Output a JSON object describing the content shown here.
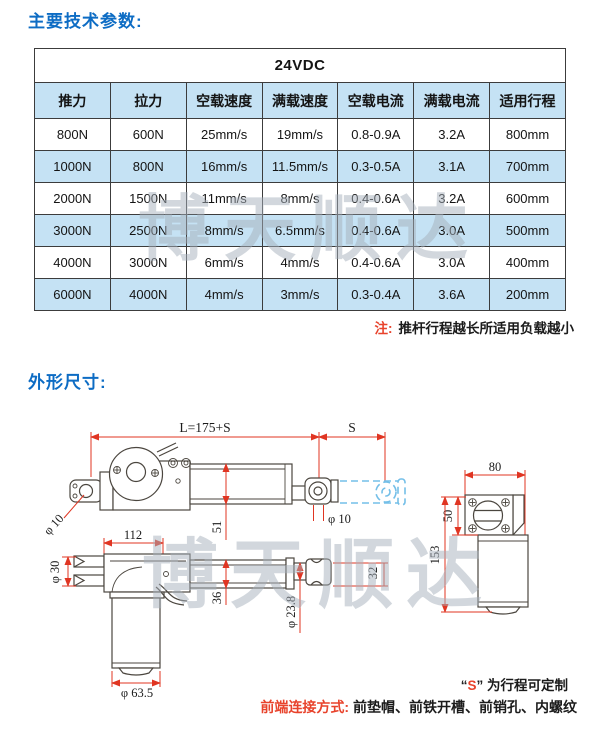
{
  "sections": {
    "specs_title": "主要技术参数:",
    "dims_title": "外形尺寸:"
  },
  "table": {
    "voltage": "24VDC",
    "headers": [
      "推力",
      "拉力",
      "空载速度",
      "满载速度",
      "空载电流",
      "满载电流",
      "适用行程"
    ],
    "rows": [
      [
        "800N",
        "600N",
        "25mm/s",
        "19mm/s",
        "0.8-0.9A",
        "3.2A",
        "800mm"
      ],
      [
        "1000N",
        "800N",
        "16mm/s",
        "11.5mm/s",
        "0.3-0.5A",
        "3.1A",
        "700mm"
      ],
      [
        "2000N",
        "1500N",
        "11mm/s",
        "8mm/s",
        "0.4-0.6A",
        "3.2A",
        "600mm"
      ],
      [
        "3000N",
        "2500N",
        "8mm/s",
        "6.5mm/s",
        "0.4-0.6A",
        "3.0A",
        "500mm"
      ],
      [
        "4000N",
        "3000N",
        "6mm/s",
        "4mm/s",
        "0.4-0.6A",
        "3.0A",
        "400mm"
      ],
      [
        "6000N",
        "4000N",
        "4mm/s",
        "3mm/s",
        "0.3-0.4A",
        "3.6A",
        "200mm"
      ]
    ]
  },
  "note": {
    "prefix": "注:",
    "text": "推杆行程越长所适用负载越小"
  },
  "watermark": {
    "text": "博天顺达"
  },
  "drawing": {
    "dims": {
      "length_formula": "L=175+S",
      "stroke_symbol": "S",
      "rear_pin_dia": "φ 10",
      "front_pin_dia": "φ 10",
      "tube_dia": "51",
      "housing_length": "112",
      "fork_dia": "φ 30",
      "body_width": "36",
      "rod_dia": "φ 23.8",
      "end_width": "32",
      "motor_dia": "φ 63.5",
      "flange_width": "80",
      "flange_height": "50",
      "total_height": "153"
    }
  },
  "footer": {
    "q1": "“",
    "s": "S",
    "q2": "”",
    "stroke_note": " 为行程可定制",
    "connection_label": "前端连接方式:",
    "connection_options": "前垫帽、前铁开槽、前销孔、内螺纹"
  },
  "colors": {
    "title_blue": "#0d6cc4",
    "row_blue": "#c5e2f4",
    "note_red": "#e8432c",
    "dim_red": "#e03522",
    "line_dark": "#4b463f",
    "dash_blue": "#74bfe8",
    "watermark": "#a7b1bc"
  }
}
